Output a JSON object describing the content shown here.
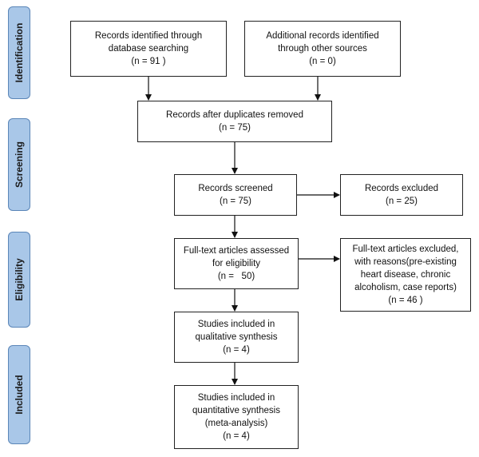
{
  "phases": {
    "identification": "Identification",
    "screening": "Screening",
    "eligibility": "Eligibility",
    "included": "Included"
  },
  "boxes": {
    "db_search": [
      "Records identified through",
      "database searching",
      "(n = 91 )"
    ],
    "other_sources": [
      "Additional records identified",
      "through other sources",
      "(n = 0)"
    ],
    "duplicates_removed": [
      "Records after duplicates removed",
      "(n = 75)"
    ],
    "screened": [
      "Records screened",
      "(n = 75)"
    ],
    "excluded": [
      "Records excluded",
      "(n = 25)"
    ],
    "fulltext_assessed": [
      "Full-text articles assessed",
      "for eligibility",
      "(n =   50)"
    ],
    "fulltext_excluded": [
      "Full-text articles excluded,",
      "with reasons(pre-existing",
      "heart disease, chronic",
      "alcoholism, case reports)",
      "(n = 46 )"
    ],
    "qualitative": [
      "Studies included in",
      "qualitative synthesis",
      "(n = 4)"
    ],
    "quantitative": [
      "Studies included in",
      "quantitative synthesis",
      "(meta-analysis)",
      "(n = 4)"
    ]
  }
}
